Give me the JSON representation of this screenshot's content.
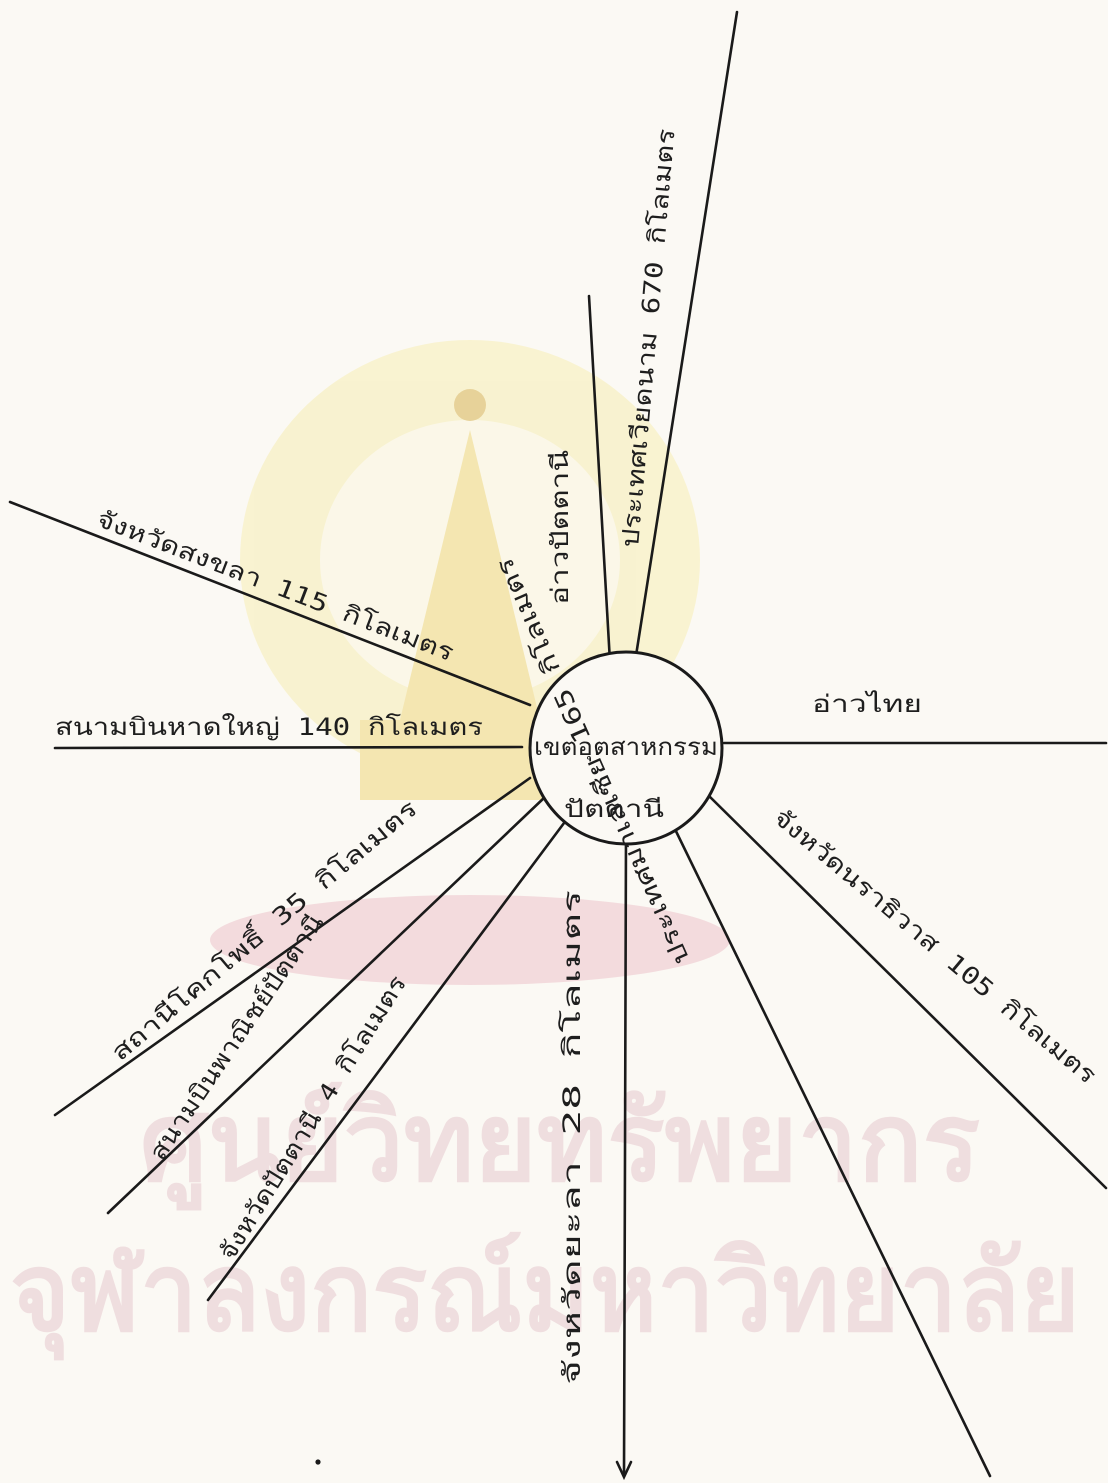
{
  "center": {
    "line1": "เขตอุตสาหกรรม",
    "line2": "ปัตตานี"
  },
  "watermark": {
    "line1": "ศูนย์วิทยทรัพยากร",
    "line2": "จุฬาลงกรณ์มหาวิทยาลัย"
  },
  "destinations": [
    {
      "id": "vietnam",
      "label": "ประเทศเวียดนาม 670 กิโลเมตร"
    },
    {
      "id": "pattani-bay",
      "label": "อ่าวปัตตานี"
    },
    {
      "id": "songkhla",
      "label": "จังหวัดสงขลา  115 กิโลเมตร"
    },
    {
      "id": "hatyai-airport",
      "label": "สนามบินหาดใหญ่  140 กิโลเมตร"
    },
    {
      "id": "gulf-of-thailand",
      "label": "อ่าวไทย"
    },
    {
      "id": "narathiwat",
      "label": "จังหวัดนราธิวาส 105 กิโลเมตร"
    },
    {
      "id": "malaysia",
      "label": "ประเทศมาเลเซีย  165  กิโลเมตร"
    },
    {
      "id": "yala",
      "label": "จังหวัดยะลา   28   กิโลเมตร"
    },
    {
      "id": "pattani-province",
      "label": "จังหวัดปัตตานี  4  กิโลเมตร"
    },
    {
      "id": "pattani-airport",
      "label": "สนามบินพาณิชย์ปัตตานี"
    },
    {
      "id": "khok-pho-station",
      "label": "สถานีโคกโพธิ์   35 กิโลเมตร"
    }
  ]
}
